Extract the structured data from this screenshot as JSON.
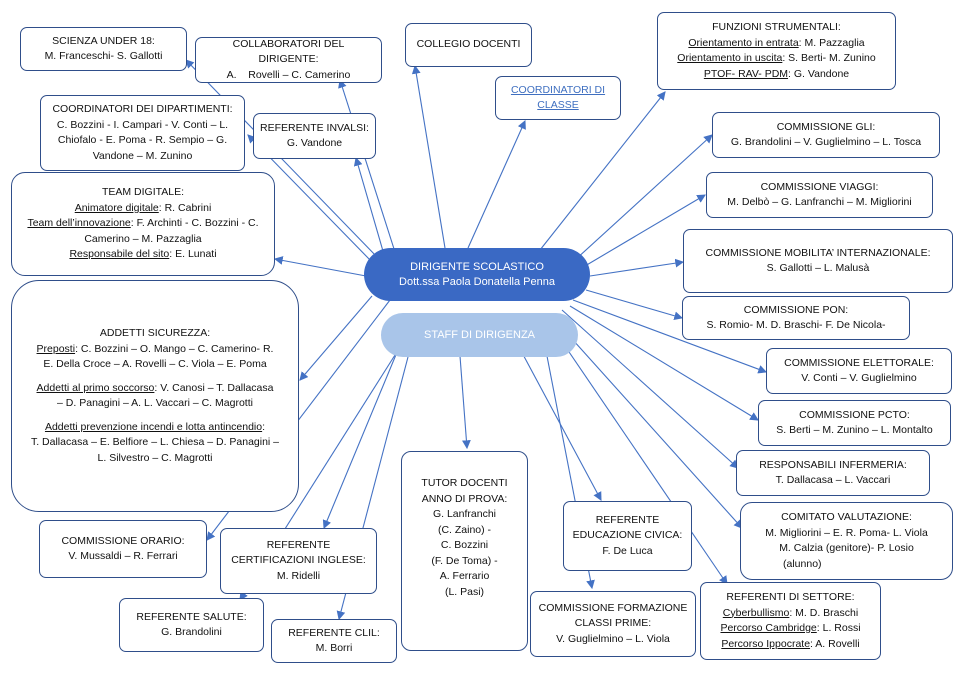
{
  "center": {
    "title": "DIRIGENTE SCOLASTICO",
    "name": "Dott.ssa Paola Donatella Penna",
    "staff": "STAFF DI DIRIGENZA"
  },
  "boxes": {
    "scienza": {
      "title": "SCIENZA UNDER 18:",
      "line": "M. Franceschi- S. Gallotti"
    },
    "collaboratori": {
      "title": "COLLABORATORI DEL DIRIGENTE:",
      "line": "A.    Rovelli – C. Camerino"
    },
    "collegio": {
      "title": "COLLEGIO DOCENTI"
    },
    "coordinatori_classe": {
      "line1": "COORDINATORI DI",
      "line2": "CLASSE"
    },
    "funzioni": {
      "title": "FUNZIONI STRUMENTALI:",
      "rows": [
        {
          "label": "Orientamento in entrata",
          "value": ": M. Pazzaglia"
        },
        {
          "label": "Orientamento in uscita",
          "value": ": S. Berti- M. Zunino"
        },
        {
          "label": "PTOF- RAV- PDM",
          "value": ": G. Vandone"
        }
      ]
    },
    "dipartimenti": {
      "title": "COORDINATORI DEI DIPARTIMENTI:",
      "lines": [
        "C. Bozzini - I. Campari - V. Conti – L.",
        "Chiofalo - E. Poma - R. Sempio – G.",
        "Vandone – M. Zunino"
      ]
    },
    "invalsi": {
      "title": "REFERENTE INVALSI:",
      "line": "G. Vandone"
    },
    "gli": {
      "title": "COMMISSIONE GLI:",
      "line": "G. Brandolini – V. Guglielmino – L. Tosca"
    },
    "viaggi": {
      "title": "COMMISSIONE VIAGGI:",
      "line": "M. Delbò – G. Lanfranchi – M. Migliorini"
    },
    "team_digitale": {
      "title": "TEAM DIGITALE:",
      "animatore_label": "Animatore digitale",
      "animatore_value": ": R. Cabrini",
      "team_label": "Team dell’innovazione",
      "team_value": ": F. Archinti - C. Bozzini - C.",
      "team_value2": "Camerino – M. Pazzaglia",
      "resp_label": "Responsabile del sito",
      "resp_value": ": E. Lunati"
    },
    "mobilita": {
      "title": "COMMISSIONE MOBILITA’ INTERNAZIONALE:",
      "line": "S. Gallotti – L. Malusà"
    },
    "pon": {
      "title": "COMMISSIONE PON:",
      "line": "S. Romio- M. D. Braschi- F. De Nicola-"
    },
    "sicurezza": {
      "title": "ADDETTI SICUREZZA:",
      "preposti_label": "Preposti",
      "preposti_value": ": C. Bozzini – O. Mango – C. Camerino- R.",
      "preposti_value2": "E. Della Croce – A. Rovelli – C. Viola – E. Poma",
      "soccorso_label": "Addetti al primo soccorso",
      "soccorso_value": ": V. Canosi – T. Dallacasa",
      "soccorso_value2": "– D. Panagini – A. L. Vaccari – C. Magrotti",
      "incendi_label": "Addetti prevenzione incendi e lotta antincendio",
      "incendi_value": ":",
      "incendi_value2": "T. Dallacasa – E. Belfiore – L. Chiesa – D. Panagini –",
      "incendi_value3": "L. Silvestro – C. Magrotti"
    },
    "elettorale": {
      "title": "COMMISSIONE ELETTORALE:",
      "line": "V. Conti – V. Guglielmino"
    },
    "pcto": {
      "title": "COMMISSIONE PCTO:",
      "line": "S. Berti – M. Zunino – L. Montalto"
    },
    "infermeria": {
      "title": "RESPONSABILI INFERMERIA:",
      "line": "T. Dallacasa – L. Vaccari"
    },
    "tutor": {
      "lines": [
        "TUTOR DOCENTI",
        "ANNO DI PROVA:",
        "G. Lanfranchi",
        "(C. Zaino) -",
        "C. Bozzini",
        "(F. De Toma) -",
        "A. Ferrario",
        "(L. Pasi)"
      ]
    },
    "valutazione": {
      "title": "COMITATO VALUTAZIONE:",
      "lines": [
        "M. Migliorini – E. R. Poma- L. Viola",
        "M. Calzia (genitore)- P. Losio",
        "(alunno)"
      ]
    },
    "civica": {
      "line1": "REFERENTE",
      "line2": "EDUCAZIONE CIVICA:",
      "line3": "F. De Luca"
    },
    "orario": {
      "title": "COMMISSIONE ORARIO:",
      "line": "V. Mussaldi – R. Ferrari"
    },
    "inglese": {
      "line1": "REFERENTE",
      "line2": "CERTIFICAZIONI INGLESE:",
      "line3": "M. Ridelli"
    },
    "salute": {
      "title": "REFERENTE SALUTE:",
      "line": "G. Brandolini"
    },
    "clil": {
      "title": "REFERENTE CLIL:",
      "line": "M. Borri"
    },
    "formazione": {
      "line1": "COMMISSIONE FORMAZIONE",
      "line2": "CLASSI PRIME:",
      "line3": "V. Guglielmino – L. Viola"
    },
    "settore": {
      "title": "REFERENTI DI SETTORE:",
      "rows": [
        {
          "label": "Cyberbullismo",
          "value": ": M. D. Braschi"
        },
        {
          "label": "Percorso Cambridge",
          "value": ": L. Rossi"
        },
        {
          "label": "Percorso Ippocrate",
          "value": ": A. Rovelli"
        }
      ]
    }
  },
  "colors": {
    "line": "#4472c4",
    "border": "#2f4e8a",
    "pill": "#3a69c4",
    "staff_pill": "#a9c5e9",
    "link": "#3f6fc0"
  }
}
